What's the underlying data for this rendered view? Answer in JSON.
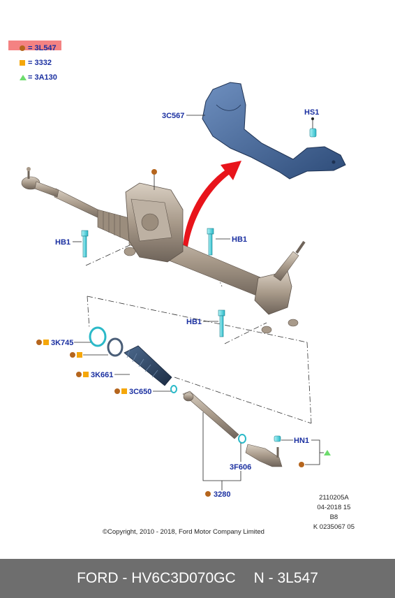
{
  "legend": [
    {
      "symbol": "dot-icon",
      "text": "= 3L547",
      "highlighted": true
    },
    {
      "symbol": "square-icon",
      "text": "= 3332",
      "highlighted": false
    },
    {
      "symbol": "triangle-icon",
      "text": "= 3A130",
      "highlighted": false
    }
  ],
  "labels": {
    "l3c567": "3C567",
    "hs1": "HS1",
    "hb1_left": "HB1",
    "hb1_mid": "HB1",
    "hb1_low": "HB1",
    "l3k745": "3K745",
    "l3k661": "3K661",
    "l3c650": "3C650",
    "hn1": "HN1",
    "l3f606": "3F606",
    "l3280": "3280"
  },
  "meta": {
    "line1": "2110205A",
    "line2": "04-2018 15",
    "line3": "B8",
    "line4": "K 0235067 05"
  },
  "copyright": "©Copyright, 2010 - 2018, Ford Motor Company Limited",
  "footer": {
    "part": "FORD - HV6C3D070GC",
    "code": "N - 3L547"
  },
  "colors": {
    "label_blue": "#1a2fa0",
    "dot_brown": "#b5651d",
    "square_orange": "#f5a70a",
    "triangle_green": "#6ddc6d",
    "highlight_red": "#f26c6c",
    "arrow_red": "#e8141b",
    "footer_grey": "#6e6e6e"
  }
}
